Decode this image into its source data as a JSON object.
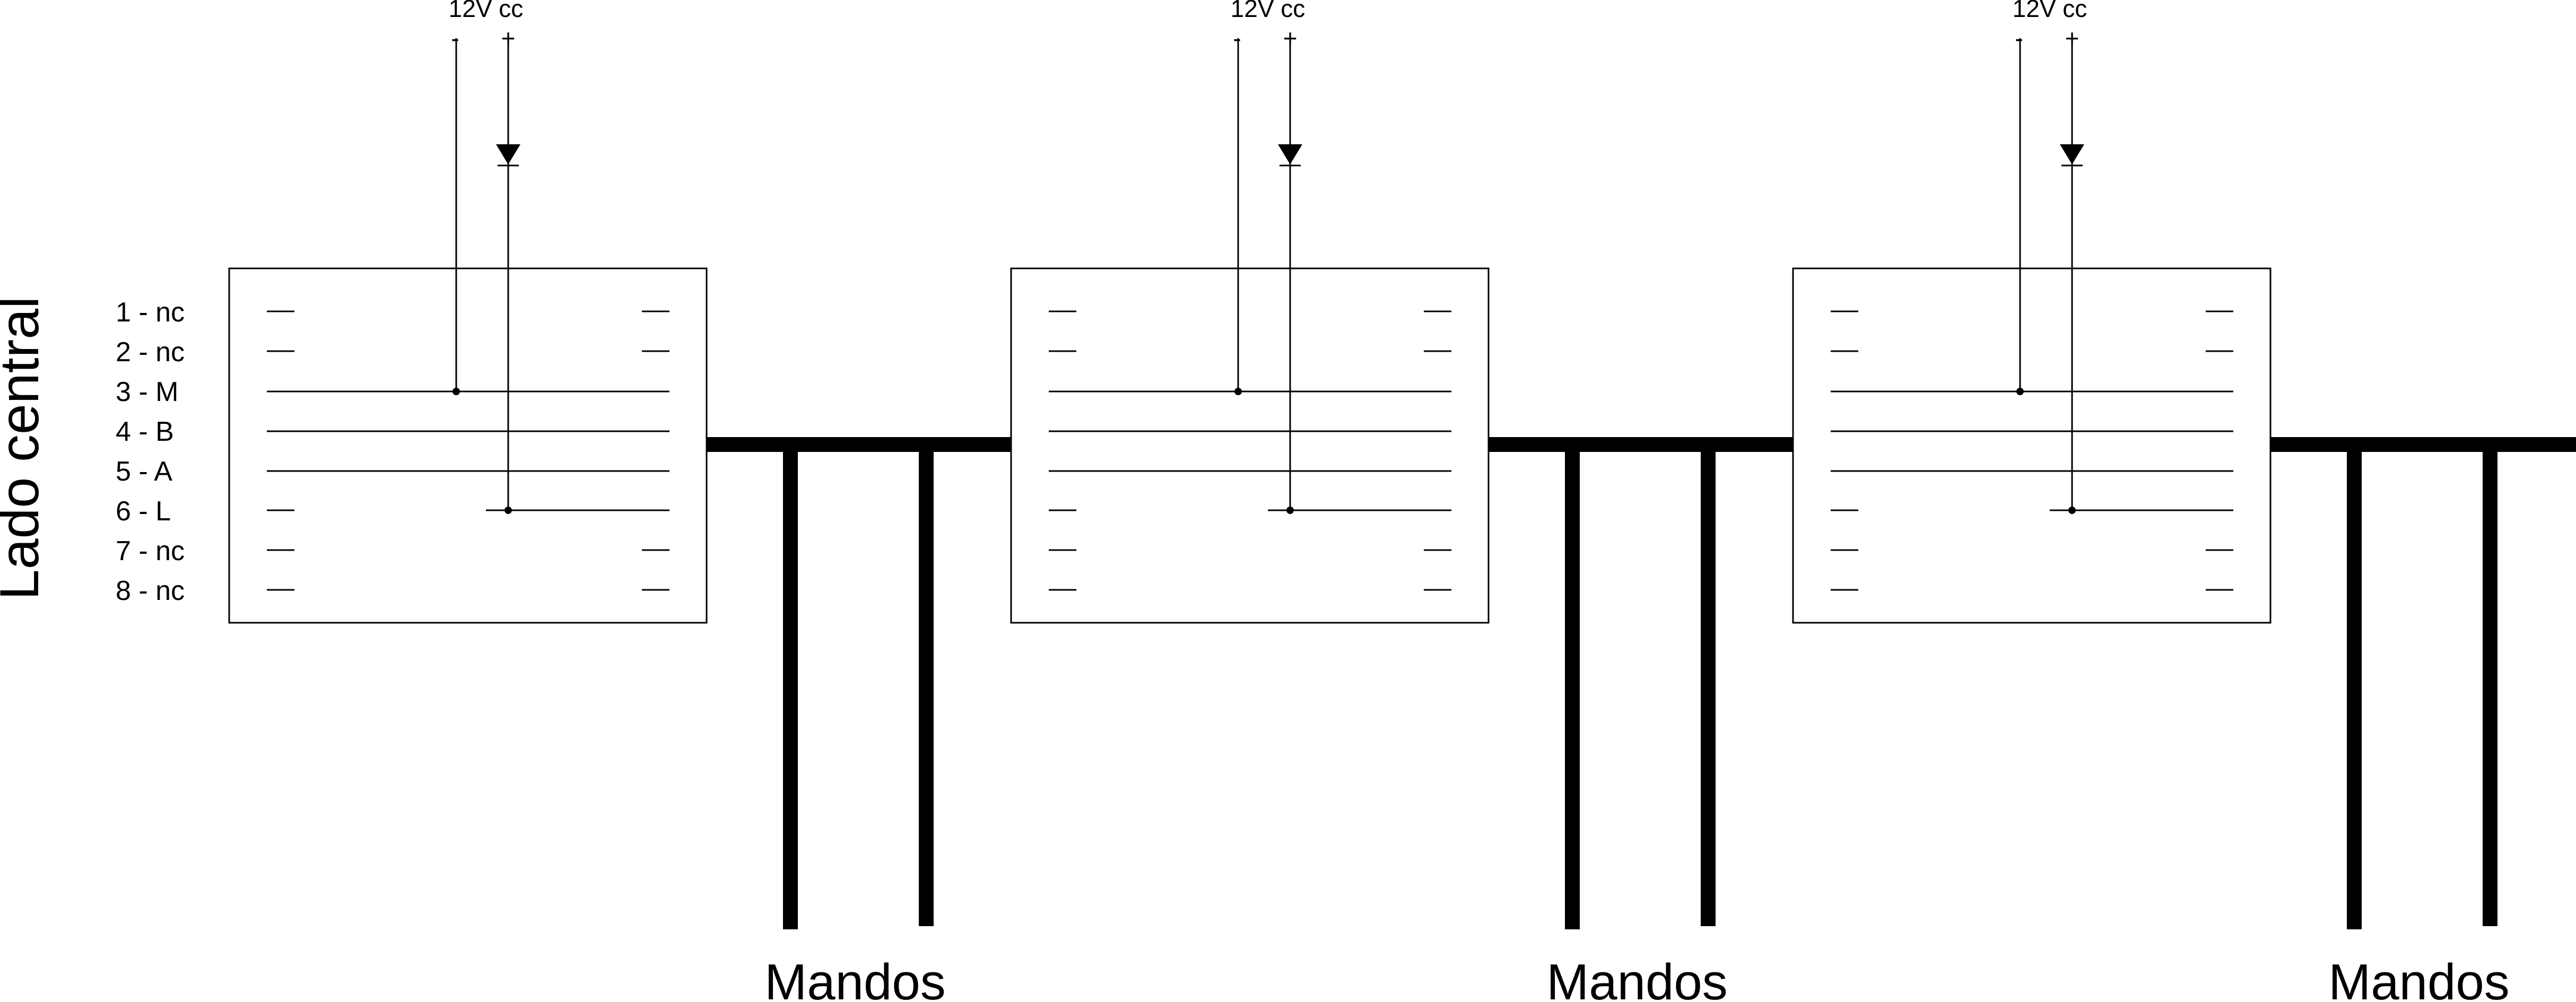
{
  "side_label": "Lado central",
  "pins": [
    "1 - nc",
    "2 - nc",
    "3 - M",
    "4 - B",
    "5 - A",
    "6 - L",
    "7 - nc",
    "8 - nc"
  ],
  "power": {
    "label": "12V cc",
    "minus": "-",
    "plus": "+"
  },
  "modules": [
    {
      "power_label": "12V cc",
      "minus": "-",
      "plus": "+",
      "output_label": "Mandos"
    },
    {
      "power_label": "12V cc",
      "minus": "-",
      "plus": "+",
      "output_label": "Mandos"
    },
    {
      "power_label": "12V cc",
      "minus": "-",
      "plus": "+",
      "output_label": "Mandos"
    }
  ],
  "colors": {
    "line": "#000000",
    "background": "#ffffff"
  }
}
